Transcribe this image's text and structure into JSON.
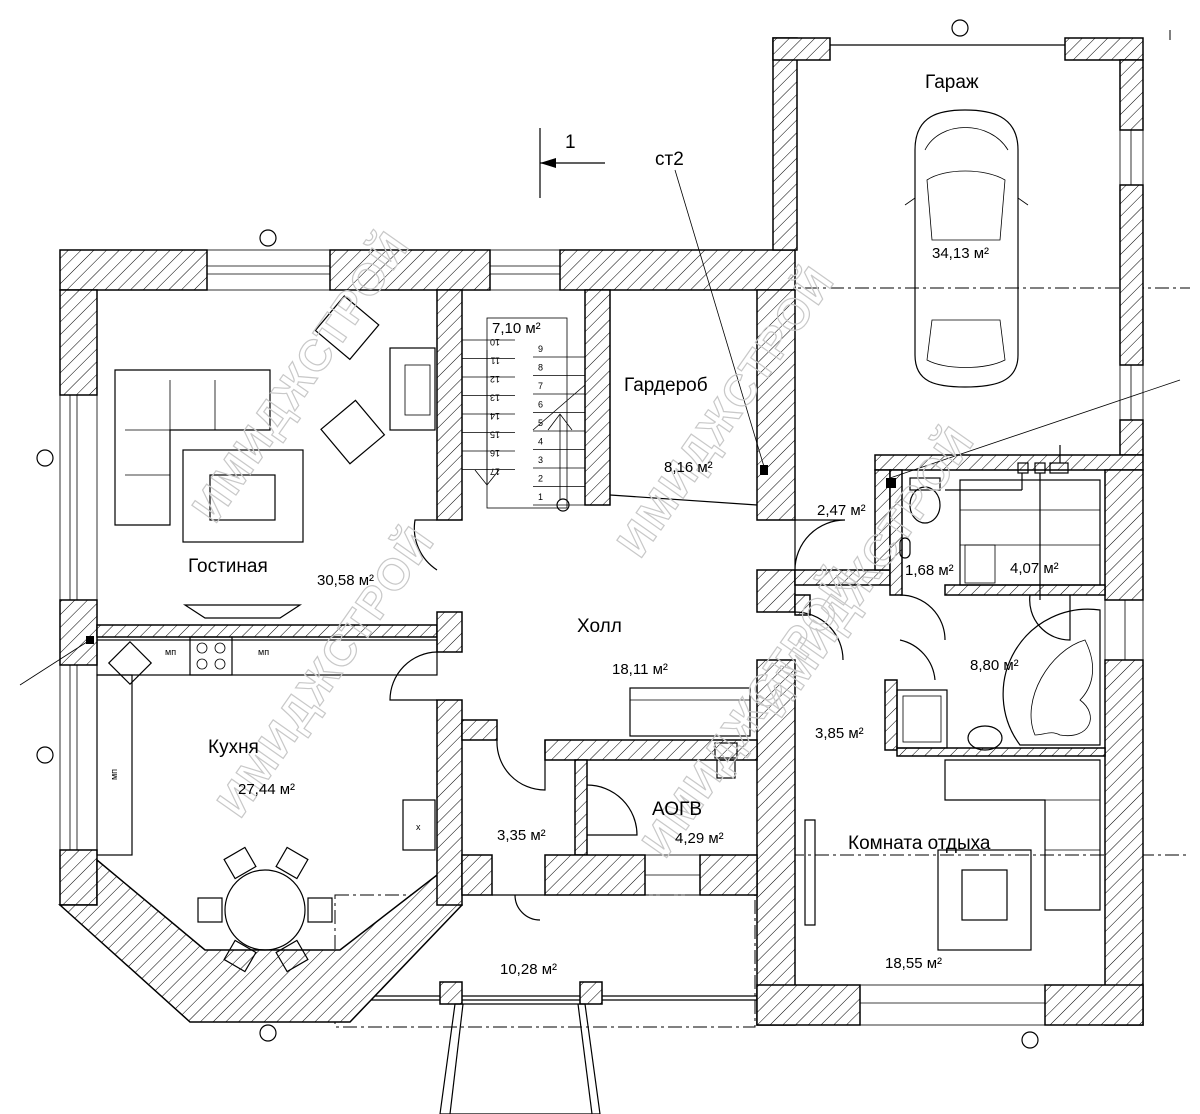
{
  "watermark": "ИМИДЖСТРОЙ",
  "section_mark": "1",
  "riser_label": "ст2",
  "rooms": {
    "garage": {
      "name": "Гараж",
      "area": "34,13 м²"
    },
    "living": {
      "name": "Гостиная",
      "area": "30,58 м²"
    },
    "stairs": {
      "area": "7,10 м²"
    },
    "wardrobe": {
      "name": "Гардероб",
      "area": "8,16 м²"
    },
    "hall": {
      "name": "Холл",
      "area": "18,11 м²"
    },
    "kitchen": {
      "name": "Кухня",
      "area": "27,44 м²"
    },
    "corridor": {
      "area": "2,47 м²"
    },
    "wc": {
      "area": "1,68 м²"
    },
    "laundry": {
      "area": "4,07 м²"
    },
    "bathroom": {
      "area": "8,80 м²"
    },
    "lobby": {
      "area": "3,85 м²"
    },
    "vestibule": {
      "area": "3,35 м²"
    },
    "boiler": {
      "name": "АОГВ",
      "area": "4,29 м²"
    },
    "lounge": {
      "name": "Комната отдыха",
      "area": "18,55 м²"
    },
    "porch": {
      "area": "10,28 м²"
    }
  },
  "kitchen_marks": {
    "mp1": "мп",
    "mp2": "мп",
    "mp3": "мп",
    "x": "х"
  },
  "stair_steps": [
    "1",
    "2",
    "3",
    "4",
    "5",
    "6",
    "7",
    "8",
    "9",
    "10",
    "11",
    "12",
    "13",
    "14",
    "15",
    "16",
    "17"
  ]
}
